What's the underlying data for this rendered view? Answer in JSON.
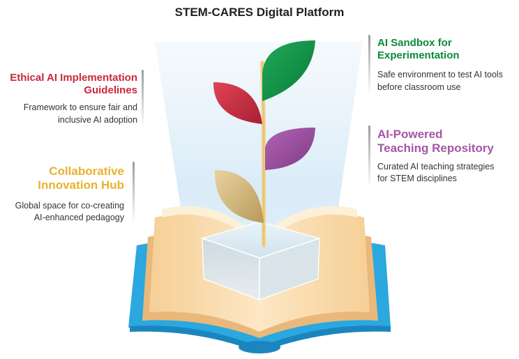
{
  "title": "STEM-CARES Digital Platform",
  "features": {
    "ethical": {
      "heading_line1": "Ethical AI Implementation",
      "heading_line2": "Guidelines",
      "desc_line1": "Framework to ensure fair and",
      "desc_line2": "inclusive AI adoption",
      "color": "#c8283e"
    },
    "collaborative": {
      "heading_line1": "Collaborative",
      "heading_line2": "Innovation Hub",
      "desc_line1": "Global space for co-creating",
      "desc_line2": "AI-enhanced pedagogy",
      "color": "#e9b22e"
    },
    "sandbox": {
      "heading_line1": "AI Sandbox for",
      "heading_line2": "Experimentation",
      "desc_line1": "Safe environment to test AI tools",
      "desc_line2": "before classroom use",
      "color": "#0a8a3a"
    },
    "repository": {
      "heading_line1": "AI-Powered",
      "heading_line2": "Teaching Repository",
      "desc_line1": "Curated AI teaching strategies",
      "desc_line2": "for STEM disciplines",
      "color": "#a455a6"
    }
  },
  "illustration": {
    "book_cover_color": "#2aa8df",
    "page_color": "#fbe1b8",
    "leaf_colors": {
      "green": "#11904a",
      "red": "#c8283e",
      "purple": "#9a4a9e",
      "gold": "#d8c08a"
    }
  }
}
